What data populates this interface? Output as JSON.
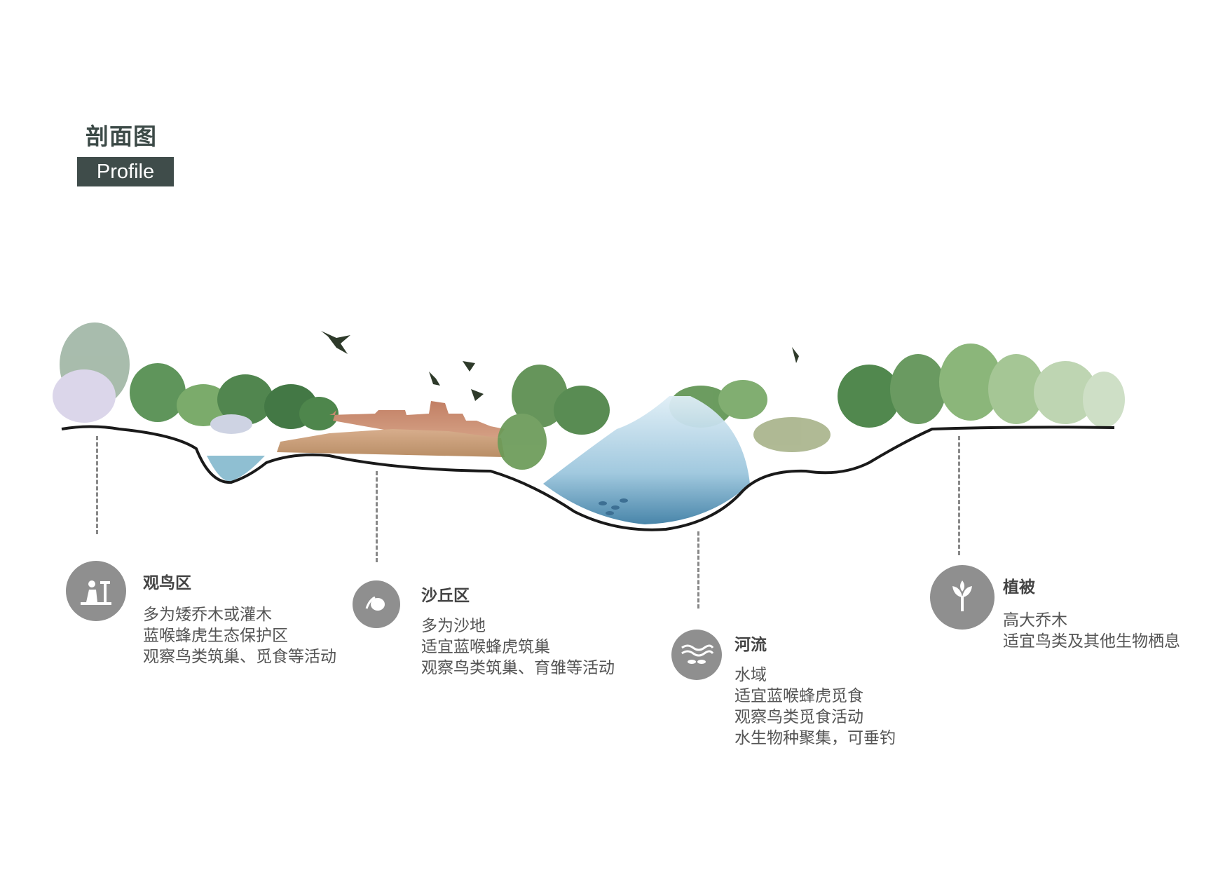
{
  "title_cn": "剖面图",
  "title_en": "Profile",
  "zones": [
    {
      "name": "观鸟区",
      "icon": "birdwatching-icon",
      "lines": [
        "多为矮乔木或灌木",
        "蓝喉蜂虎生态保护区",
        "观察鸟类筑巢、觅食等活动"
      ]
    },
    {
      "name": "沙丘区",
      "icon": "egg-in-nest-icon",
      "lines": [
        "多为沙地",
        "适宜蓝喉蜂虎筑巢",
        "观察鸟类筑巢、育雏等活动"
      ]
    },
    {
      "name": "河流",
      "icon": "river-fish-icon",
      "lines": [
        "水域",
        "适宜蓝喉蜂虎觅食",
        "观察鸟类觅食活动",
        "水生物种聚集，可垂钓"
      ]
    },
    {
      "name": "植被",
      "icon": "plant-sprout-icon",
      "lines": [
        "高大乔木",
        "适宜鸟类及其他生物栖息"
      ]
    }
  ],
  "colors": {
    "header_bg": "#3f4c4a",
    "icon_bg": "#8f8f8f",
    "ground_line": "#1a1a1a",
    "water": "#6fa5c4"
  }
}
